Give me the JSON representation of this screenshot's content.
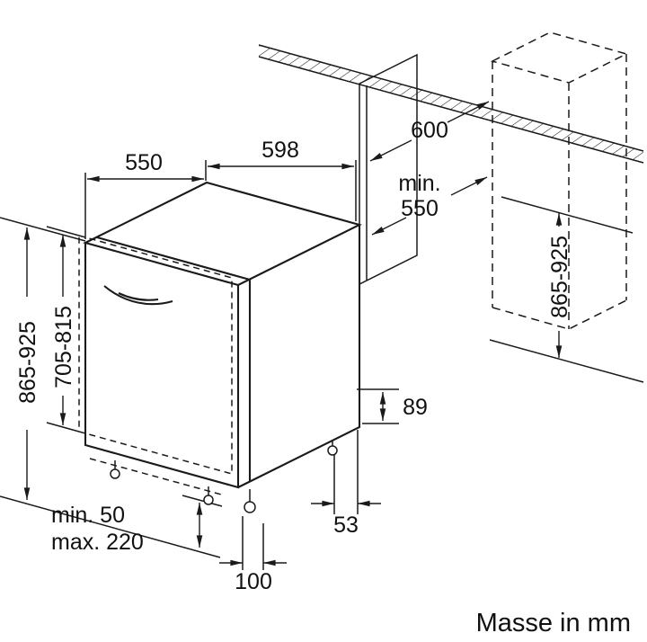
{
  "colors": {
    "line": "#1a1a1a",
    "background": "#ffffff"
  },
  "dims": {
    "depth_top": "550",
    "width_top": "598",
    "niche_depth": "600",
    "niche_width_prefix": "min.",
    "niche_width_value": "550",
    "appliance_height": "865-925",
    "door_panel_height": "705-815",
    "base_rear_height": "89",
    "plinth_min": "min. 50",
    "plinth_max": "max. 220",
    "front_foot_range": "100",
    "rear_gap": "53",
    "niche_height": "865-925"
  },
  "footer": {
    "note": "Masse in mm"
  }
}
